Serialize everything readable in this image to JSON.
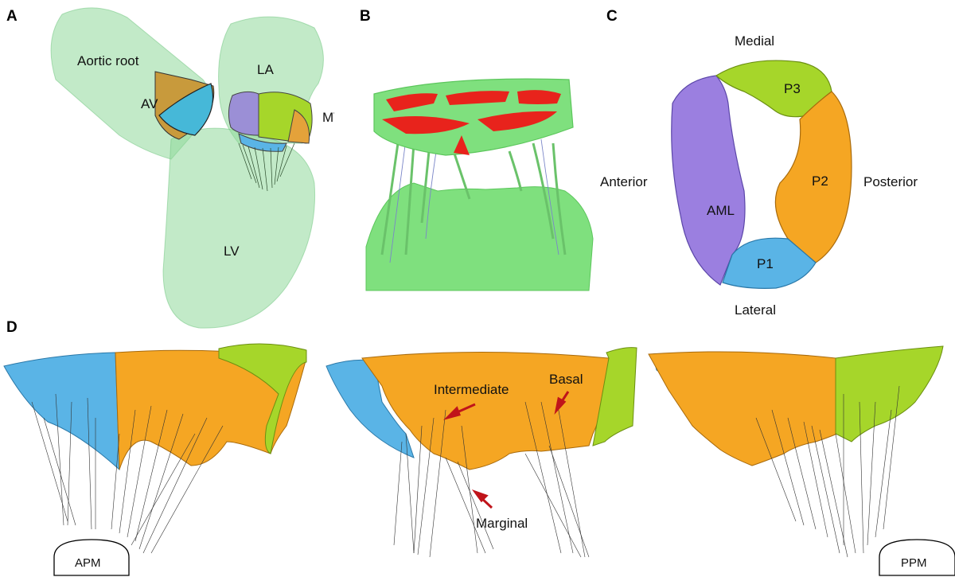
{
  "panels": {
    "a": {
      "letter": "A",
      "labels": {
        "aortic_root": "Aortic root",
        "av": "AV",
        "la": "LA",
        "mv": "MV",
        "lv": "LV"
      }
    },
    "b": {
      "letter": "B"
    },
    "c": {
      "letter": "C",
      "labels": {
        "medial": "Medial",
        "lateral": "Lateral",
        "anterior": "Anterior",
        "posterior": "Posterior",
        "p1": "P1",
        "p2": "P2",
        "p3": "P3",
        "aml": "AML"
      }
    },
    "d": {
      "letter": "D",
      "labels": {
        "intermediate": "Intermediate",
        "basal": "Basal",
        "marginal": "Marginal",
        "apm": "APM",
        "ppm": "PPM"
      }
    }
  },
  "colors": {
    "tissue_green": "#7fd68a",
    "aml_purple": "#9b7fe0",
    "p1_blue": "#5ab4e6",
    "p2_orange": "#f5a623",
    "p3_lime": "#a6d62a",
    "contact_red": "#e8231c",
    "arrow_red": "#c0141a"
  }
}
